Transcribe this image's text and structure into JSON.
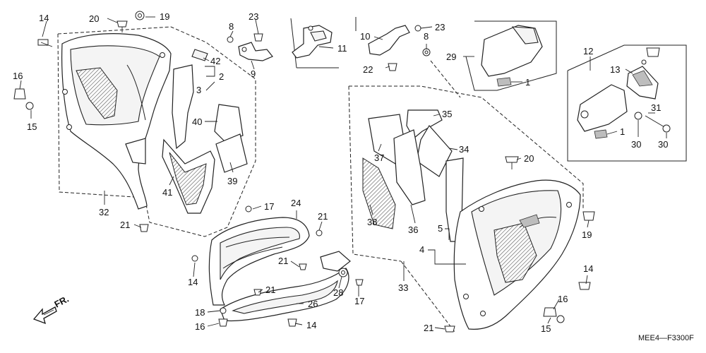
{
  "callouts": {
    "c1": "14",
    "c2": "20",
    "c3": "19",
    "c4": "16",
    "c5": "15",
    "c6": "32",
    "c7": "21",
    "c8": "8",
    "c9": "23",
    "c10": "9",
    "c11": "42",
    "c12": "2",
    "c13": "3",
    "c14": "40",
    "c15": "39",
    "c16": "41",
    "c17": "11",
    "c18": "10",
    "c19": "22",
    "c20": "23",
    "c21": "8",
    "c22": "29",
    "c23": "1",
    "c24": "12",
    "c25": "13",
    "c26": "1",
    "c27": "31",
    "c28": "30",
    "c29": "30",
    "c30": "35",
    "c31": "37",
    "c32": "34",
    "c33": "20",
    "c34": "38",
    "c35": "36",
    "c36": "5",
    "c37": "4",
    "c38": "19",
    "c39": "14",
    "c40": "16",
    "c41": "15",
    "c42": "33",
    "c43": "21",
    "c44": "17",
    "c45": "24",
    "c46": "21",
    "c47": "14",
    "c48": "21",
    "c49": "28",
    "c50": "17",
    "c51": "21",
    "c52": "26",
    "c53": "18",
    "c54": "16",
    "c55": "14"
  },
  "front_marker": "FR.",
  "diagram_code": "MEE4—F3300F"
}
